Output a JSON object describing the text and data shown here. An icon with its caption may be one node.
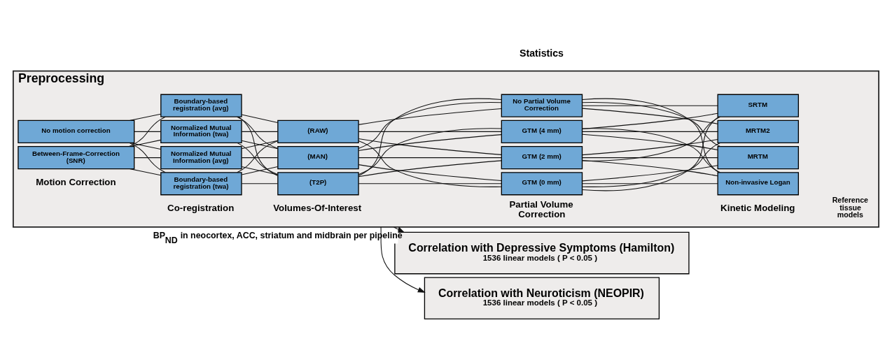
{
  "diagram": {
    "nodes": [
      {
        "text": [
          "Preprocessing"
        ]
      },
      {
        "text": [
          "Between-Frame-Correction (SNR)"
        ],
        "in": 0
      },
      {
        "text": [
          "No motion correction"
        ],
        "in": 0
      },
      {
        "text": [
          "Boundary-based registration (avg)"
        ],
        "in": 0
      },
      {
        "text": [
          "Boundary-based registration (twa)"
        ],
        "in": 0
      },
      {
        "text": [
          "Normalized Mutual Information (avg)"
        ],
        "in": 0
      },
      {
        "text": [
          "Normalized Mutual Information (twa)"
        ],
        "in": 0
      },
      {
        "text": [
          "(RAW)"
        ],
        "in": 0
      },
      {
        "text": [
          "(MAN)"
        ],
        "in": 0
      },
      {
        "text": [
          "(T2P)"
        ],
        "in": 0
      },
      {
        "text": [
          "GTM (0 mm)"
        ],
        "in": 0
      },
      {
        "text": [
          "GTM (2 mm)"
        ],
        "in": 0
      },
      {
        "text": [
          "GTM (4 mm)"
        ],
        "in": 0
      },
      {
        "text": [
          "No Partial Volume Correction"
        ],
        "in": 0
      },
      {
        "text": [
          "MRTM"
        ],
        "in": 0
      },
      {
        "text": [
          "MRTM2"
        ],
        "in": 0
      },
      {
        "text": [
          "SRTM"
        ],
        "in": 0
      },
      {
        "text": [
          "Non-invasive Logan"
        ],
        "in": 0
      },
      {
        "text": [
          "Correlation with Depressive Symptoms (Hamilton)",
          "1536 linear models ( P < 0.05 )"
        ]
      },
      {
        "text": [
          "Correlation with Neuroticism (NEOPIR)",
          "1536 linear models ( P < 0.05 )"
        ]
      }
    ],
    "edges": [
      {
        "from": 1,
        "to": 3,
        "arrow": "none"
      },
      {
        "from": 1,
        "to": 4,
        "arrow": "none"
      },
      {
        "from": 1,
        "to": 5,
        "arrow": "none"
      },
      {
        "from": 1,
        "to": 6,
        "arrow": "none"
      },
      {
        "from": 2,
        "to": 3,
        "arrow": "none"
      },
      {
        "from": 2,
        "to": 4,
        "arrow": "none"
      },
      {
        "from": 2,
        "to": 5,
        "arrow": "none"
      },
      {
        "from": 2,
        "to": 6,
        "arrow": "none"
      },
      {
        "from": 3,
        "to": 7,
        "arrow": "none"
      },
      {
        "from": 3,
        "to": 8,
        "arrow": "none"
      },
      {
        "from": 3,
        "to": 9,
        "arrow": "none"
      },
      {
        "from": 4,
        "to": 7,
        "arrow": "none"
      },
      {
        "from": 4,
        "to": 8,
        "arrow": "none"
      },
      {
        "from": 4,
        "to": 9,
        "arrow": "none"
      },
      {
        "from": 5,
        "to": 7,
        "arrow": "none"
      },
      {
        "from": 5,
        "to": 8,
        "arrow": "none"
      },
      {
        "from": 5,
        "to": 9,
        "arrow": "none"
      },
      {
        "from": 6,
        "to": 7,
        "arrow": "none"
      },
      {
        "from": 6,
        "to": 8,
        "arrow": "none"
      },
      {
        "from": 6,
        "to": 9,
        "arrow": "none"
      },
      {
        "from": 7,
        "to": 10,
        "arrow": "none"
      },
      {
        "from": 7,
        "to": 11,
        "arrow": "none"
      },
      {
        "from": 7,
        "to": 12,
        "arrow": "none"
      },
      {
        "from": 7,
        "to": 13,
        "arrow": "none"
      },
      {
        "from": 8,
        "to": 10,
        "arrow": "none"
      },
      {
        "from": 8,
        "to": 11,
        "arrow": "none"
      },
      {
        "from": 8,
        "to": 12,
        "arrow": "none"
      },
      {
        "from": 8,
        "to": 13,
        "arrow": "none"
      },
      {
        "from": 9,
        "to": 10,
        "arrow": "none"
      },
      {
        "from": 9,
        "to": 11,
        "arrow": "none"
      },
      {
        "from": 9,
        "to": 12,
        "arrow": "none"
      },
      {
        "from": 9,
        "to": 13,
        "arrow": "none"
      },
      {
        "from": 10,
        "to": 14,
        "arrow": "none"
      },
      {
        "from": 10,
        "to": 15,
        "arrow": "none"
      },
      {
        "from": 10,
        "to": 16,
        "arrow": "none"
      },
      {
        "from": 10,
        "to": 17,
        "arrow": "none"
      },
      {
        "from": 11,
        "to": 14,
        "arrow": "none"
      },
      {
        "from": 11,
        "to": 15,
        "arrow": "none"
      },
      {
        "from": 11,
        "to": 16,
        "arrow": "none"
      },
      {
        "from": 11,
        "to": 17,
        "arrow": "none"
      },
      {
        "from": 12,
        "to": 14,
        "arrow": "none"
      },
      {
        "from": 12,
        "to": 15,
        "arrow": "none"
      },
      {
        "from": 12,
        "to": 16,
        "arrow": "none"
      },
      {
        "from": 12,
        "to": 17,
        "arrow": "none"
      },
      {
        "from": 13,
        "to": 14,
        "arrow": "none"
      },
      {
        "from": 13,
        "to": 15,
        "arrow": "none"
      },
      {
        "from": 13,
        "to": 16,
        "arrow": "none"
      },
      {
        "from": 13,
        "to": 17,
        "arrow": "none"
      },
      {
        "from": 0,
        "to": 18,
        "arrow": "to",
        "label": "BP$_{ND}$ in neocortex, ACC, striatum and midbrain per pipeline"
      },
      {
        "from": 0,
        "to": 19,
        "arrow": "to"
      }
    ],
    "labels": [
      "Motion Correction",
      "Co-registration",
      "Volumes-Of-Interest",
      "Partial Volume Correction",
      "Kinetic Modeling",
      "Reference tissue models",
      "Statistics"
    ]
  }
}
